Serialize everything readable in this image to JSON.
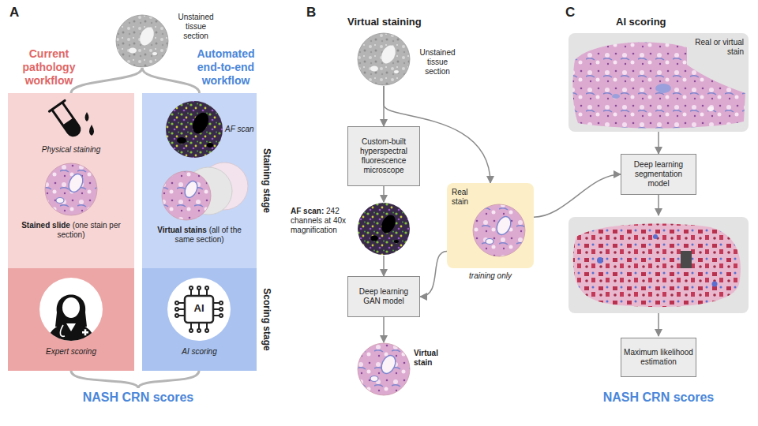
{
  "diagram": {
    "nodes": [
      {
        "text": [
          "Unstained tissue section"
        ]
      },
      {
        "text": [
          "Physical staining",
          "Stained slide",
          "(one stain per section)"
        ]
      },
      {
        "text": [
          "Expert scoring"
        ]
      },
      {
        "text": [
          "AF scan",
          "Virtual stains",
          "(all of the same section)"
        ]
      },
      {
        "text": [
          "AI",
          "AI scoring"
        ]
      },
      {
        "text": [
          "Unstained tissue section"
        ]
      },
      {
        "text": [
          "Custom-built hyperspectral fluorescence microscope"
        ]
      },
      {
        "text": [
          "AF scan:",
          "242 channels at 40x magnification"
        ]
      },
      {
        "text": [
          "Deep learning GAN model"
        ]
      },
      {
        "text": [
          "Virtual stain"
        ]
      },
      {
        "text": [
          "Real stain",
          "training only"
        ]
      },
      {
        "text": [
          "Real or virtual stain"
        ]
      },
      {
        "text": [
          "Deep learning segmentation model"
        ]
      },
      {
        "text": [
          "Maximum likelihood estimation"
        ]
      }
    ],
    "edges": [
      {
        "from": 5,
        "to": 6,
        "arrow": "to"
      },
      {
        "from": 6,
        "to": 7,
        "arrow": "to"
      },
      {
        "from": 7,
        "to": 8,
        "arrow": "to"
      },
      {
        "from": 8,
        "to": 9,
        "arrow": "to"
      },
      {
        "from": 5,
        "to": 10,
        "arrow": "to"
      },
      {
        "from": 10,
        "to": 8,
        "arrow": "to"
      },
      {
        "from": 10,
        "to": 12,
        "arrow": "to"
      },
      {
        "from": 11,
        "to": 12,
        "arrow": "to"
      },
      {
        "from": 0,
        "to": 1,
        "arrow": "none"
      },
      {
        "from": 0,
        "to": 3,
        "arrow": "none"
      }
    ],
    "labels": [
      "A",
      "Current pathology workflow",
      "Automated end-to-end workflow",
      "Staining stage",
      "Scoring stage",
      "NASH CRN scores",
      "B",
      "Virtual staining",
      "C",
      "AI scoring",
      "NASH CRN scores"
    ]
  }
}
